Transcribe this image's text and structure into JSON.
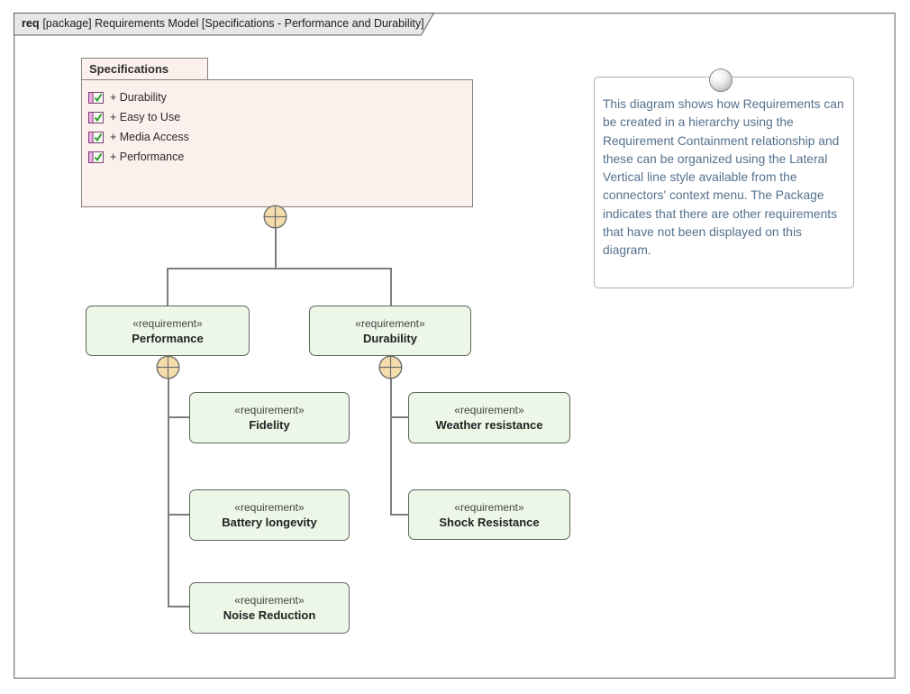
{
  "frame_title": {
    "keyword": "req",
    "rest": "[package] Requirements Model [Specifications - Performance and Durability]"
  },
  "package": {
    "name": "Specifications",
    "items": [
      "+ Durability",
      "+ Easy to Use",
      "+ Media Access",
      "+ Performance"
    ]
  },
  "stereotype": "«requirement»",
  "nodes": [
    {
      "name": "Performance"
    },
    {
      "name": "Durability"
    },
    {
      "name": "Fidelity"
    },
    {
      "name": "Battery longevity"
    },
    {
      "name": "Noise Reduction"
    },
    {
      "name": "Weather resistance"
    },
    {
      "name": "Shock Resistance"
    }
  ],
  "note": {
    "text": "This diagram shows how Requirements can be created in a hierarchy using the Requirement Containment relationship and these can be organized using the Lateral Vertical line style available from the connectors' context menu.  The Package indicates that there are other requirements that have not been displayed on this diagram."
  },
  "icons": {
    "package_item_icon": "requirement-checkbox-icon",
    "containment_icon": "circle-plus-containment-icon",
    "note_pin_icon": "sphere-pin-icon"
  },
  "colors": {
    "package_fill": "#fbf0eb",
    "requirement_fill": "#edf7e8",
    "requirement_border": "#5c665c",
    "containment_fill": "#f5dcab",
    "connector": "#7d7d7d",
    "note_text": "#54718e",
    "frame_tab_fill": "#e7e7e7"
  }
}
